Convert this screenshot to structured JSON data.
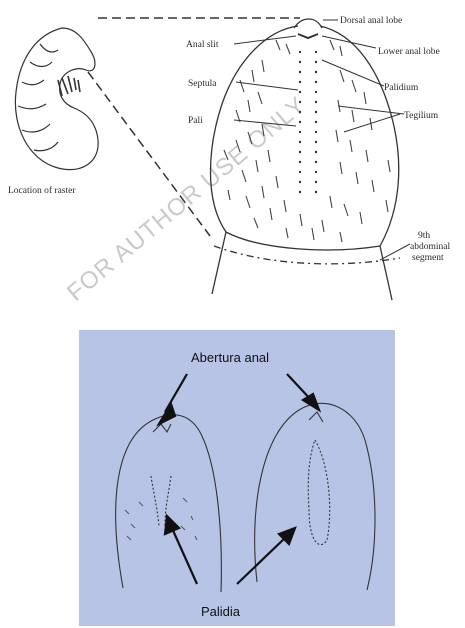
{
  "figure_top": {
    "labels": {
      "dorsal_anal_lobe": "Dorsal anal lobe",
      "anal_slit": "Anal slit",
      "lower_anal_lobe": "Lower anal lobe",
      "septula": "Septula",
      "palidium": "Palidium",
      "pali": "Pali",
      "tegilium": "Tegilium",
      "location_of_raster": "Location of raster",
      "ninth_abdominal_segment_line1": "9th",
      "ninth_abdominal_segment_line2": "abdominal",
      "ninth_abdominal_segment_line3": "segment"
    }
  },
  "figure_bottom": {
    "background_color": "#b7c4e6",
    "labels": {
      "abertura_anal": "Abertura anal",
      "palidia": "Palidia"
    }
  },
  "watermark": "FOR AUTHOR USE ONLY"
}
